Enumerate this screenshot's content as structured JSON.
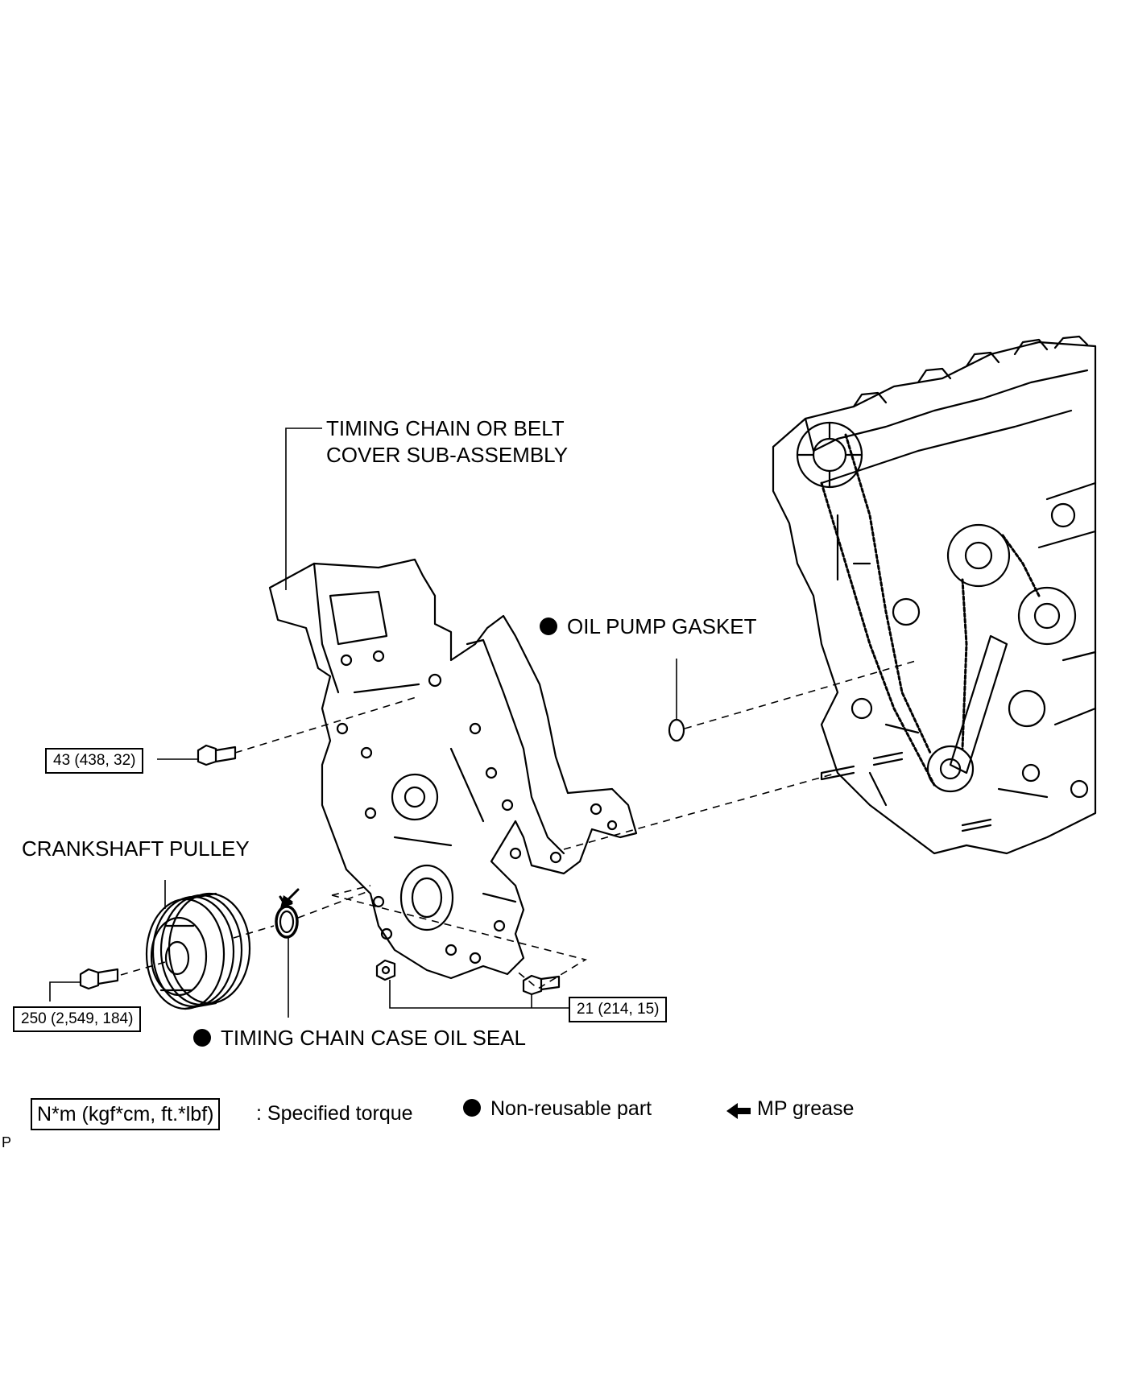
{
  "labels": {
    "cover_line1": "TIMING CHAIN OR BELT",
    "cover_line2": "COVER SUB-ASSEMBLY",
    "oil_pump_gasket": "OIL PUMP GASKET",
    "crankshaft_pulley": "CRANKSHAFT PULLEY",
    "oil_seal": "TIMING CHAIN CASE OIL SEAL"
  },
  "torques": {
    "bolt_43": "43 (438, 32)",
    "bolt_250": "250 (2,549, 184)",
    "bolt_21": "21 (214, 15)"
  },
  "legend": {
    "torque_unit": "N*m (kgf*cm, ft.*lbf)",
    "torque_desc": ": Specified torque",
    "non_reusable": "Non-reusable part",
    "mp_grease": "MP grease"
  },
  "corner_mark": "P"
}
